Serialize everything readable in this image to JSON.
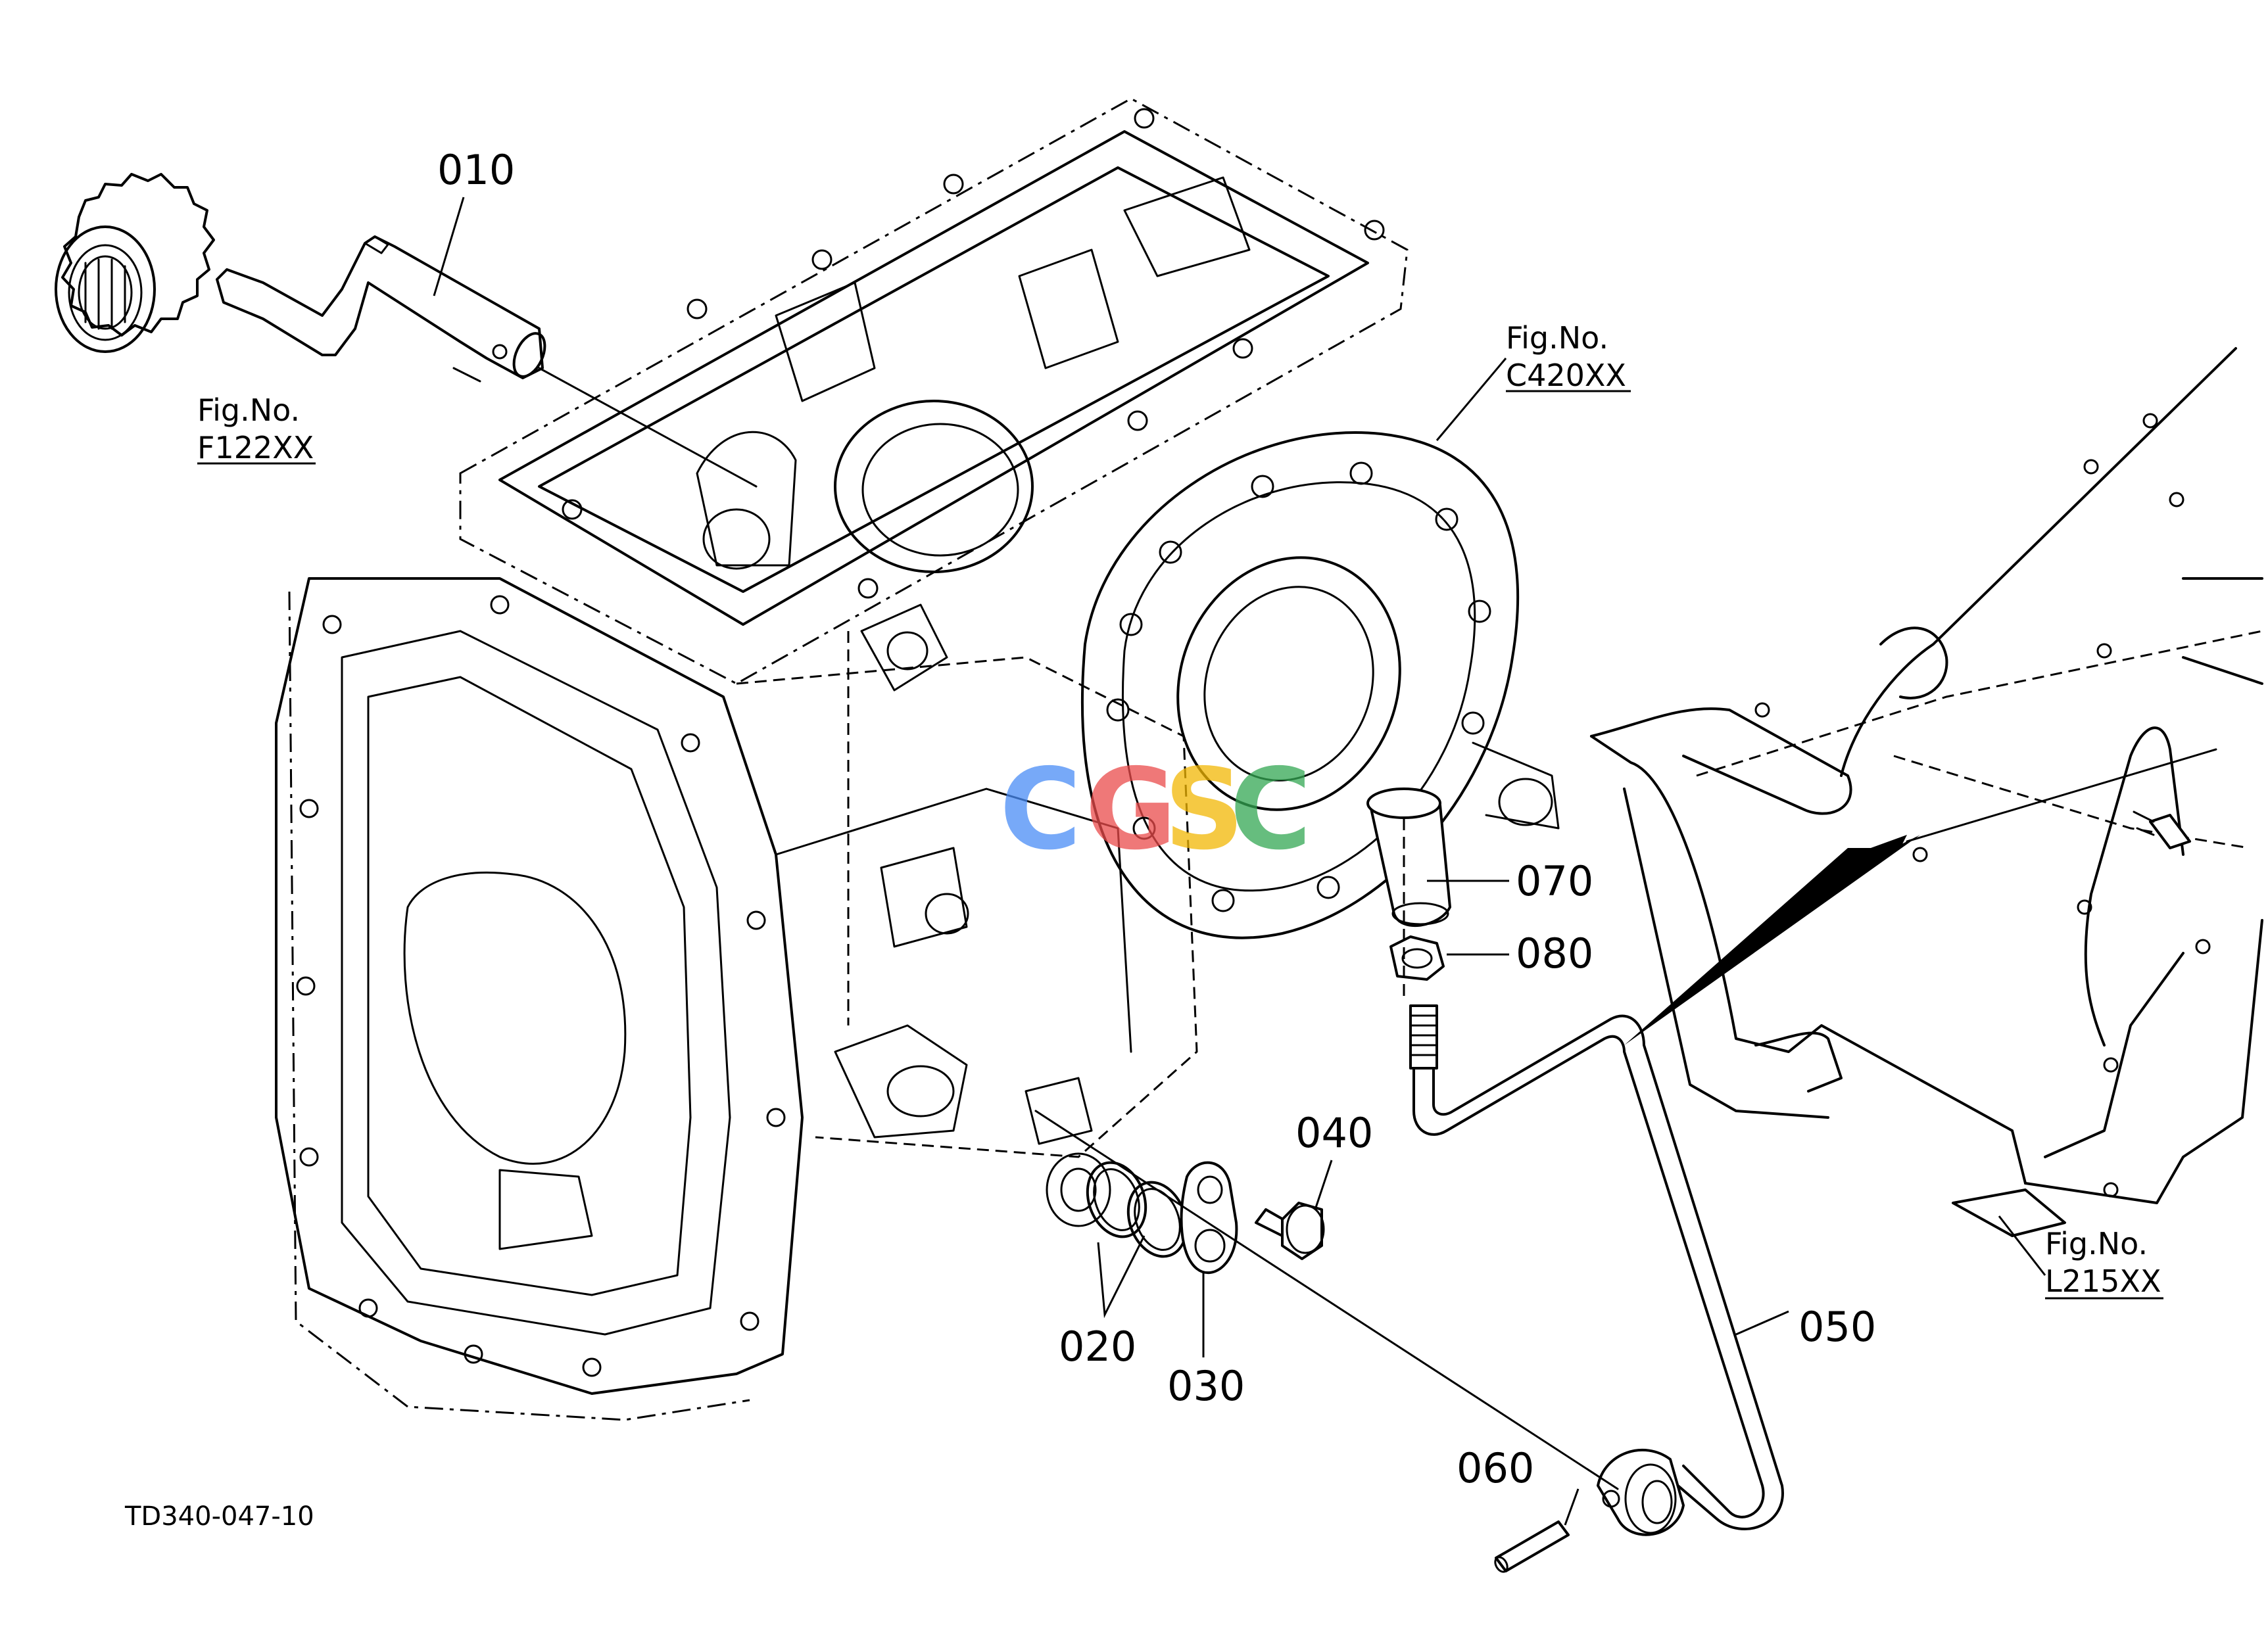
{
  "diagram_code": "TD340-047-10",
  "parts": [
    {
      "id": "p010",
      "number": "010"
    },
    {
      "id": "p020",
      "number": "020"
    },
    {
      "id": "p030",
      "number": "030"
    },
    {
      "id": "p040",
      "number": "040"
    },
    {
      "id": "p050",
      "number": "050"
    },
    {
      "id": "p060",
      "number": "060"
    },
    {
      "id": "p070",
      "number": "070"
    },
    {
      "id": "p080",
      "number": "080"
    }
  ],
  "figure_refs": [
    {
      "label": "Fig.No.",
      "code": "F122XX"
    },
    {
      "label": "Fig.No.",
      "code": "C420XX"
    },
    {
      "label": "Fig.No.",
      "code": "L215XX"
    }
  ],
  "watermark": {
    "letters": [
      "C",
      "G",
      "S",
      "C"
    ],
    "colors": [
      "#4a8df6",
      "#ea4b4b",
      "#f2b705",
      "#34a853"
    ]
  }
}
